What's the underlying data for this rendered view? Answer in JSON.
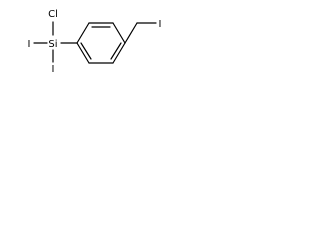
{
  "molecule": {
    "atoms": {
      "cl": "Cl",
      "si": "Si",
      "i_left": "I",
      "i_bottom": "I",
      "i_right": "I"
    }
  },
  "colors": {
    "bond": "#000000",
    "text": "#000000",
    "background": "#ffffff"
  }
}
